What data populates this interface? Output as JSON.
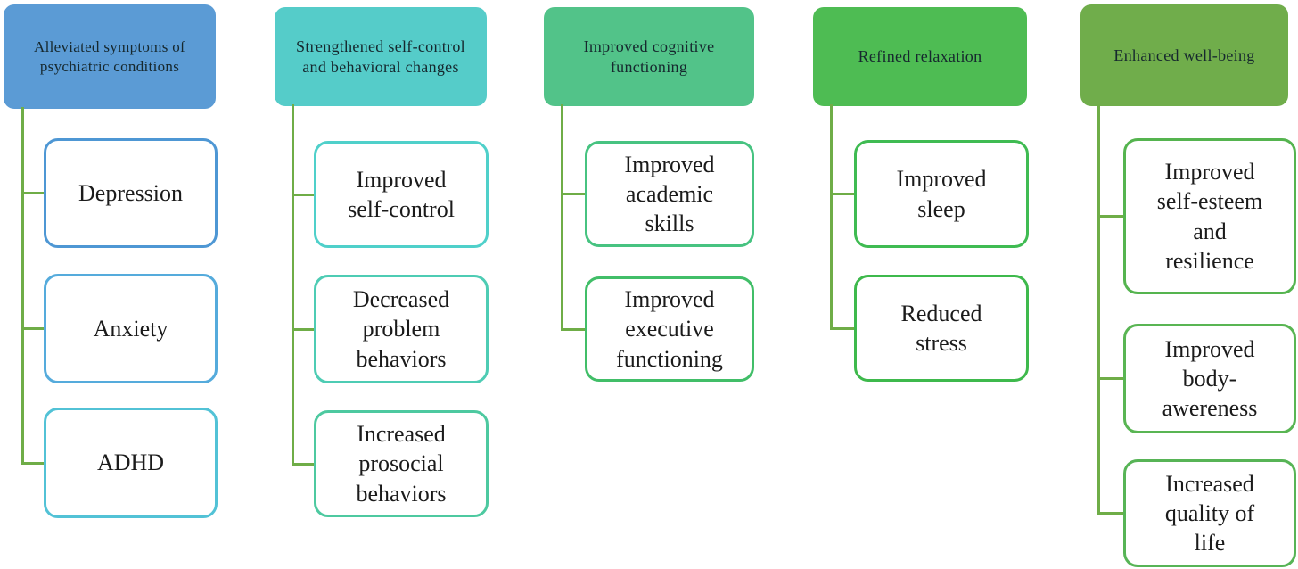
{
  "figure": {
    "description": "Benefits diagram with five category columns",
    "background_color": "#ffffff",
    "connector_color": "#6fad47",
    "header_text_color": "#16282e",
    "child_text_color": "#1b1b1b",
    "columns": [
      {
        "title": "Alleviated symptoms of psychiatric conditions",
        "header_color": "#5b9bd5",
        "children": [
          {
            "label": "Depression",
            "border_color": "#4e97d4"
          },
          {
            "label": "Anxiety",
            "border_color": "#55abdc"
          },
          {
            "label": "ADHD",
            "border_color": "#52c2d6"
          }
        ]
      },
      {
        "title": "Strengthened self-control and behavioral changes",
        "header_color": "#55ccc9",
        "children": [
          {
            "label": "Improved self-control",
            "border_color": "#4fd0ca"
          },
          {
            "label": "Decreased problem behaviors",
            "border_color": "#4eccb4"
          },
          {
            "label": "Increased prosocial behaviors",
            "border_color": "#4dc9a0"
          }
        ]
      },
      {
        "title": "Improved cognitive functioning",
        "header_color": "#52c389",
        "children": [
          {
            "label": "Improved academic skills",
            "border_color": "#47c381"
          },
          {
            "label": "Improved executive functioning",
            "border_color": "#41be68"
          }
        ]
      },
      {
        "title": "Refined relaxation",
        "header_color": "#4ebc53",
        "children": [
          {
            "label": "Improved sleep",
            "border_color": "#3fbb52"
          },
          {
            "label": "Reduced stress",
            "border_color": "#3eb94c"
          }
        ]
      },
      {
        "title": "Enhanced well-being",
        "header_color": "#70ad4b",
        "children": [
          {
            "label": "Improved self-esteem and resilience",
            "border_color": "#55b44f"
          },
          {
            "label": "Improved body-awereness",
            "border_color": "#59b553"
          },
          {
            "label": "Increased quality of life",
            "border_color": "#57b456"
          }
        ]
      }
    ]
  }
}
